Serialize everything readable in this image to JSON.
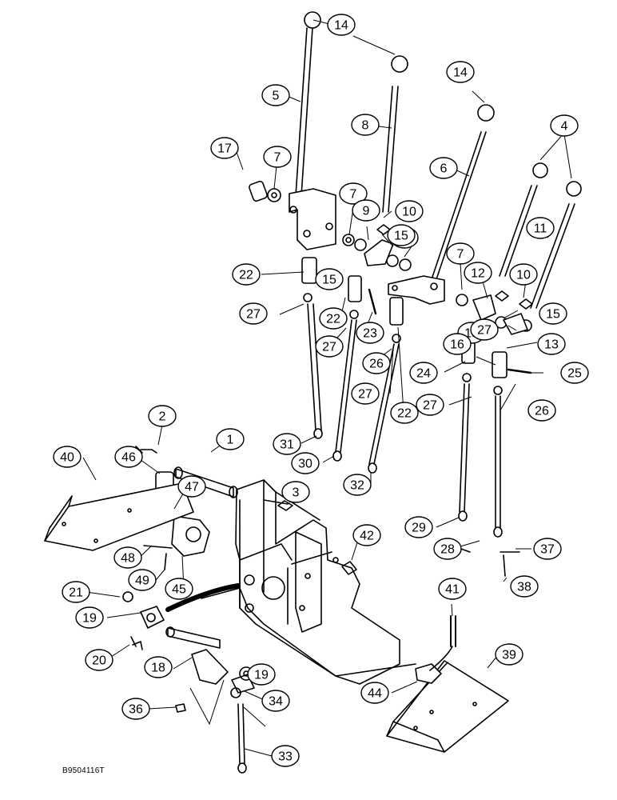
{
  "figure": {
    "reference_code": "B9504116T",
    "callouts": [
      "1",
      "2",
      "3",
      "4",
      "5",
      "6",
      "7",
      "7",
      "7",
      "7",
      "8",
      "9",
      "10",
      "10",
      "11",
      "12",
      "13",
      "14",
      "14",
      "15",
      "15",
      "15",
      "15",
      "16",
      "17",
      "18",
      "19",
      "19",
      "20",
      "21",
      "22",
      "22",
      "22",
      "23",
      "24",
      "25",
      "26",
      "26",
      "27",
      "27",
      "27",
      "27",
      "27",
      "28",
      "29",
      "30",
      "31",
      "32",
      "33",
      "34",
      "36",
      "37",
      "38",
      "39",
      "40",
      "41",
      "42",
      "44",
      "45",
      "46",
      "47",
      "48",
      "49"
    ]
  }
}
